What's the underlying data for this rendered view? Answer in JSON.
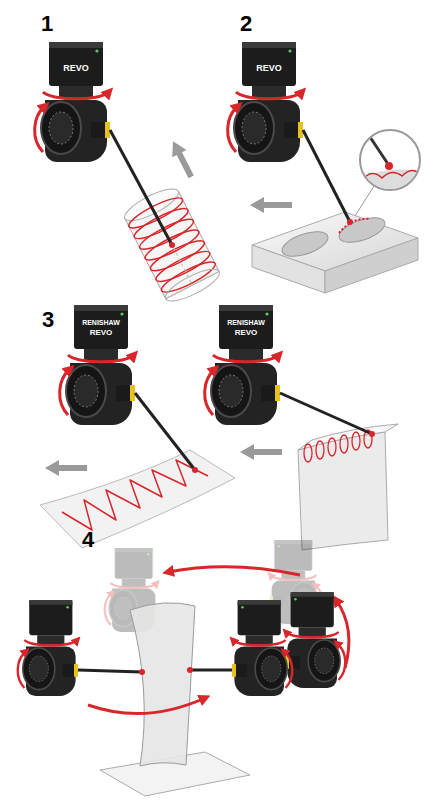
{
  "diagram": {
    "labels": [
      "1",
      "REVO",
      "2",
      "REVO",
      "3",
      "RENISHAW",
      "REVO",
      "RENISHAW",
      "REVO",
      "4"
    ]
  }
}
